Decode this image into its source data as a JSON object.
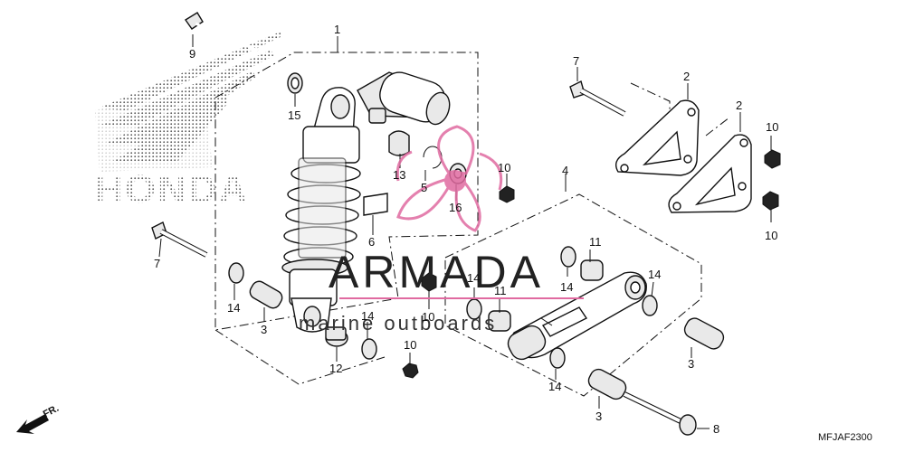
{
  "watermark": {
    "brand": "ARMADA",
    "tagline": "marine outboards",
    "background_logo_text": "HONDA"
  },
  "diagram_code": "MFJAF2300",
  "direction_indicator": "FR.",
  "callouts": [
    {
      "id": "c1",
      "text": "1"
    },
    {
      "id": "c2a",
      "text": "2"
    },
    {
      "id": "c2b",
      "text": "2"
    },
    {
      "id": "c3a",
      "text": "3"
    },
    {
      "id": "c3b",
      "text": "3"
    },
    {
      "id": "c3c",
      "text": "3"
    },
    {
      "id": "c4",
      "text": "4"
    },
    {
      "id": "c5",
      "text": "5"
    },
    {
      "id": "c6",
      "text": "6"
    },
    {
      "id": "c7a",
      "text": "7"
    },
    {
      "id": "c7b",
      "text": "7"
    },
    {
      "id": "c8",
      "text": "8"
    },
    {
      "id": "c9",
      "text": "9"
    },
    {
      "id": "c10a",
      "text": "10"
    },
    {
      "id": "c10b",
      "text": "10"
    },
    {
      "id": "c10c",
      "text": "10"
    },
    {
      "id": "c10d",
      "text": "10"
    },
    {
      "id": "c10e",
      "text": "10"
    },
    {
      "id": "c11a",
      "text": "11"
    },
    {
      "id": "c11b",
      "text": "11"
    },
    {
      "id": "c12",
      "text": "12"
    },
    {
      "id": "c13",
      "text": "13"
    },
    {
      "id": "c14a",
      "text": "14"
    },
    {
      "id": "c14b",
      "text": "14"
    },
    {
      "id": "c14c",
      "text": "14"
    },
    {
      "id": "c14d",
      "text": "14"
    },
    {
      "id": "c14e",
      "text": "14"
    },
    {
      "id": "c14f",
      "text": "14"
    },
    {
      "id": "c15",
      "text": "15"
    },
    {
      "id": "c16",
      "text": "16"
    }
  ],
  "colors": {
    "line": "#111111",
    "watermark_pink": "#e06aa0",
    "watermark_pink_light": "#f3b6d2",
    "logo_dots": "#555555"
  }
}
